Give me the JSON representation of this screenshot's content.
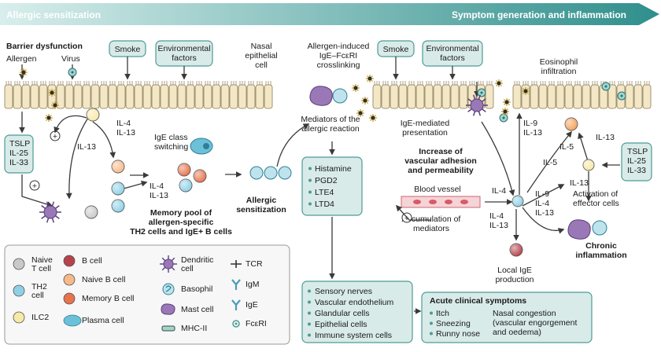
{
  "banner": {
    "left_title": "Allergic sensitization",
    "right_title": "Symptom generation and inflammation",
    "gradient_start": "#d8eeec",
    "gradient_end": "#2f8f8c"
  },
  "colors": {
    "box_fill": "#d8ebe9",
    "box_stroke": "#4d9b96",
    "naive_t": "#c9c9c9",
    "th2": "#8fd0e6",
    "ilc2": "#f7e9a6",
    "b_cell": "#b6424c",
    "naive_b": "#f7b98a",
    "memory_b": "#e8734d",
    "plasma": "#6cc0d8",
    "dendritic": "#9a78b8",
    "mast": "#9a78b8",
    "eosinophil": "#f4a259"
  },
  "labels": {
    "barrier_dysfunction": "Barrier dysfunction",
    "allergen": "Allergen",
    "virus": "Virus",
    "smoke": "Smoke",
    "environmental": "Environmental\nfactors",
    "nasal_epithelial": "Nasal\nepithelial\ncell",
    "allergen_induced": "Allergen-induced\nIgE–FcεRI\ncrosslinking",
    "smoke_right": "Smoke",
    "environmental_right": "Environmental\nfactors",
    "eosinophil_infiltration": "Eosinophil\ninfiltration",
    "tslp_left": "TSLP\nIL-25\nIL-33",
    "tslp_right": "TSLP\nIL-25\nIL-33",
    "il4_il13_top": "IL-4\nIL-13",
    "il13_left": "IL-13",
    "ige_class_switching": "IgE class\nswitching",
    "il4_il13_mid": "IL-4\nIL-13",
    "memory_pool": "Memory pool of\nallergen-specific\nTH2 cells and IgE+ B cells",
    "allergic_sensitization": "Allergic\nsensitization",
    "mediators": "Mediators of the\nallergic reaction",
    "mediators_list": [
      "Histamine",
      "PGD2",
      "LTE4",
      "LTD4"
    ],
    "ige_mediated": "IgE-mediated\npresentation",
    "increase_vascular": "Increase of\nvascular adhesion\nand permeability",
    "blood_vessel": "Blood vessel",
    "il4_vessel": "IL-4",
    "il9_il13_top": "IL-9\nIL-13",
    "il5_a": "IL-5",
    "il5_b": "IL-5",
    "il13_right": "IL-13",
    "il13_activation": "IL-13",
    "activation_effector": "Activation of\neffector cells",
    "il9_il4_il13": "IL-9\nIL-4\nIL-13",
    "il4_il13_low": "IL-4\nIL-13",
    "accumulation": "Accumulation of\nmediators",
    "local_ige": "Local IgE\nproduction",
    "chronic_inflammation": "Chronic\ninflammation",
    "targets_list": [
      "Sensory nerves",
      "Vascular endothelium",
      "Glandular cells",
      "Epithelial cells",
      "Immune system cells"
    ],
    "acute_title": "Acute clinical symptoms",
    "acute_left": [
      "Itch",
      "Sneezing",
      "Runny nose"
    ],
    "acute_right": "Nasal congestion\n(vascular engorgement\nand oedema)",
    "plus": "+"
  },
  "legend": {
    "items": [
      {
        "name": "Naive\nT cell"
      },
      {
        "name": "TH2\ncell"
      },
      {
        "name": "ILC2"
      },
      {
        "name": "B cell"
      },
      {
        "name": "Naive B cell"
      },
      {
        "name": "Memory B cell"
      },
      {
        "name": "Plasma cell"
      },
      {
        "name": "Dendritic\ncell"
      },
      {
        "name": "Basophil"
      },
      {
        "name": "Mast cell"
      },
      {
        "name": "MHC-II"
      },
      {
        "name": "TCR"
      },
      {
        "name": "IgM"
      },
      {
        "name": "IgE"
      },
      {
        "name": "FcεRI"
      }
    ]
  }
}
